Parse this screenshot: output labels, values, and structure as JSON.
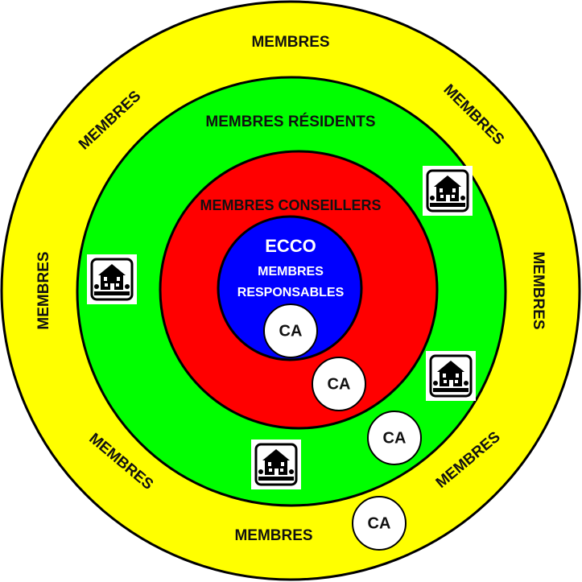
{
  "rings": {
    "outer": {
      "label": "MEMBRES",
      "color": "#ffff00"
    },
    "residents": {
      "label": "MEMBRES RÉSIDENTS",
      "color": "#00ff00"
    },
    "conseillers": {
      "label": "MEMBRES CONSEILLERS",
      "color": "#ff0000"
    },
    "core": {
      "title": "ECCO",
      "line1": "MEMBRES",
      "line2": "RESPONSABLES",
      "color": "#0000ff"
    }
  },
  "ca_label": "CA",
  "house_icon": "house-icon"
}
